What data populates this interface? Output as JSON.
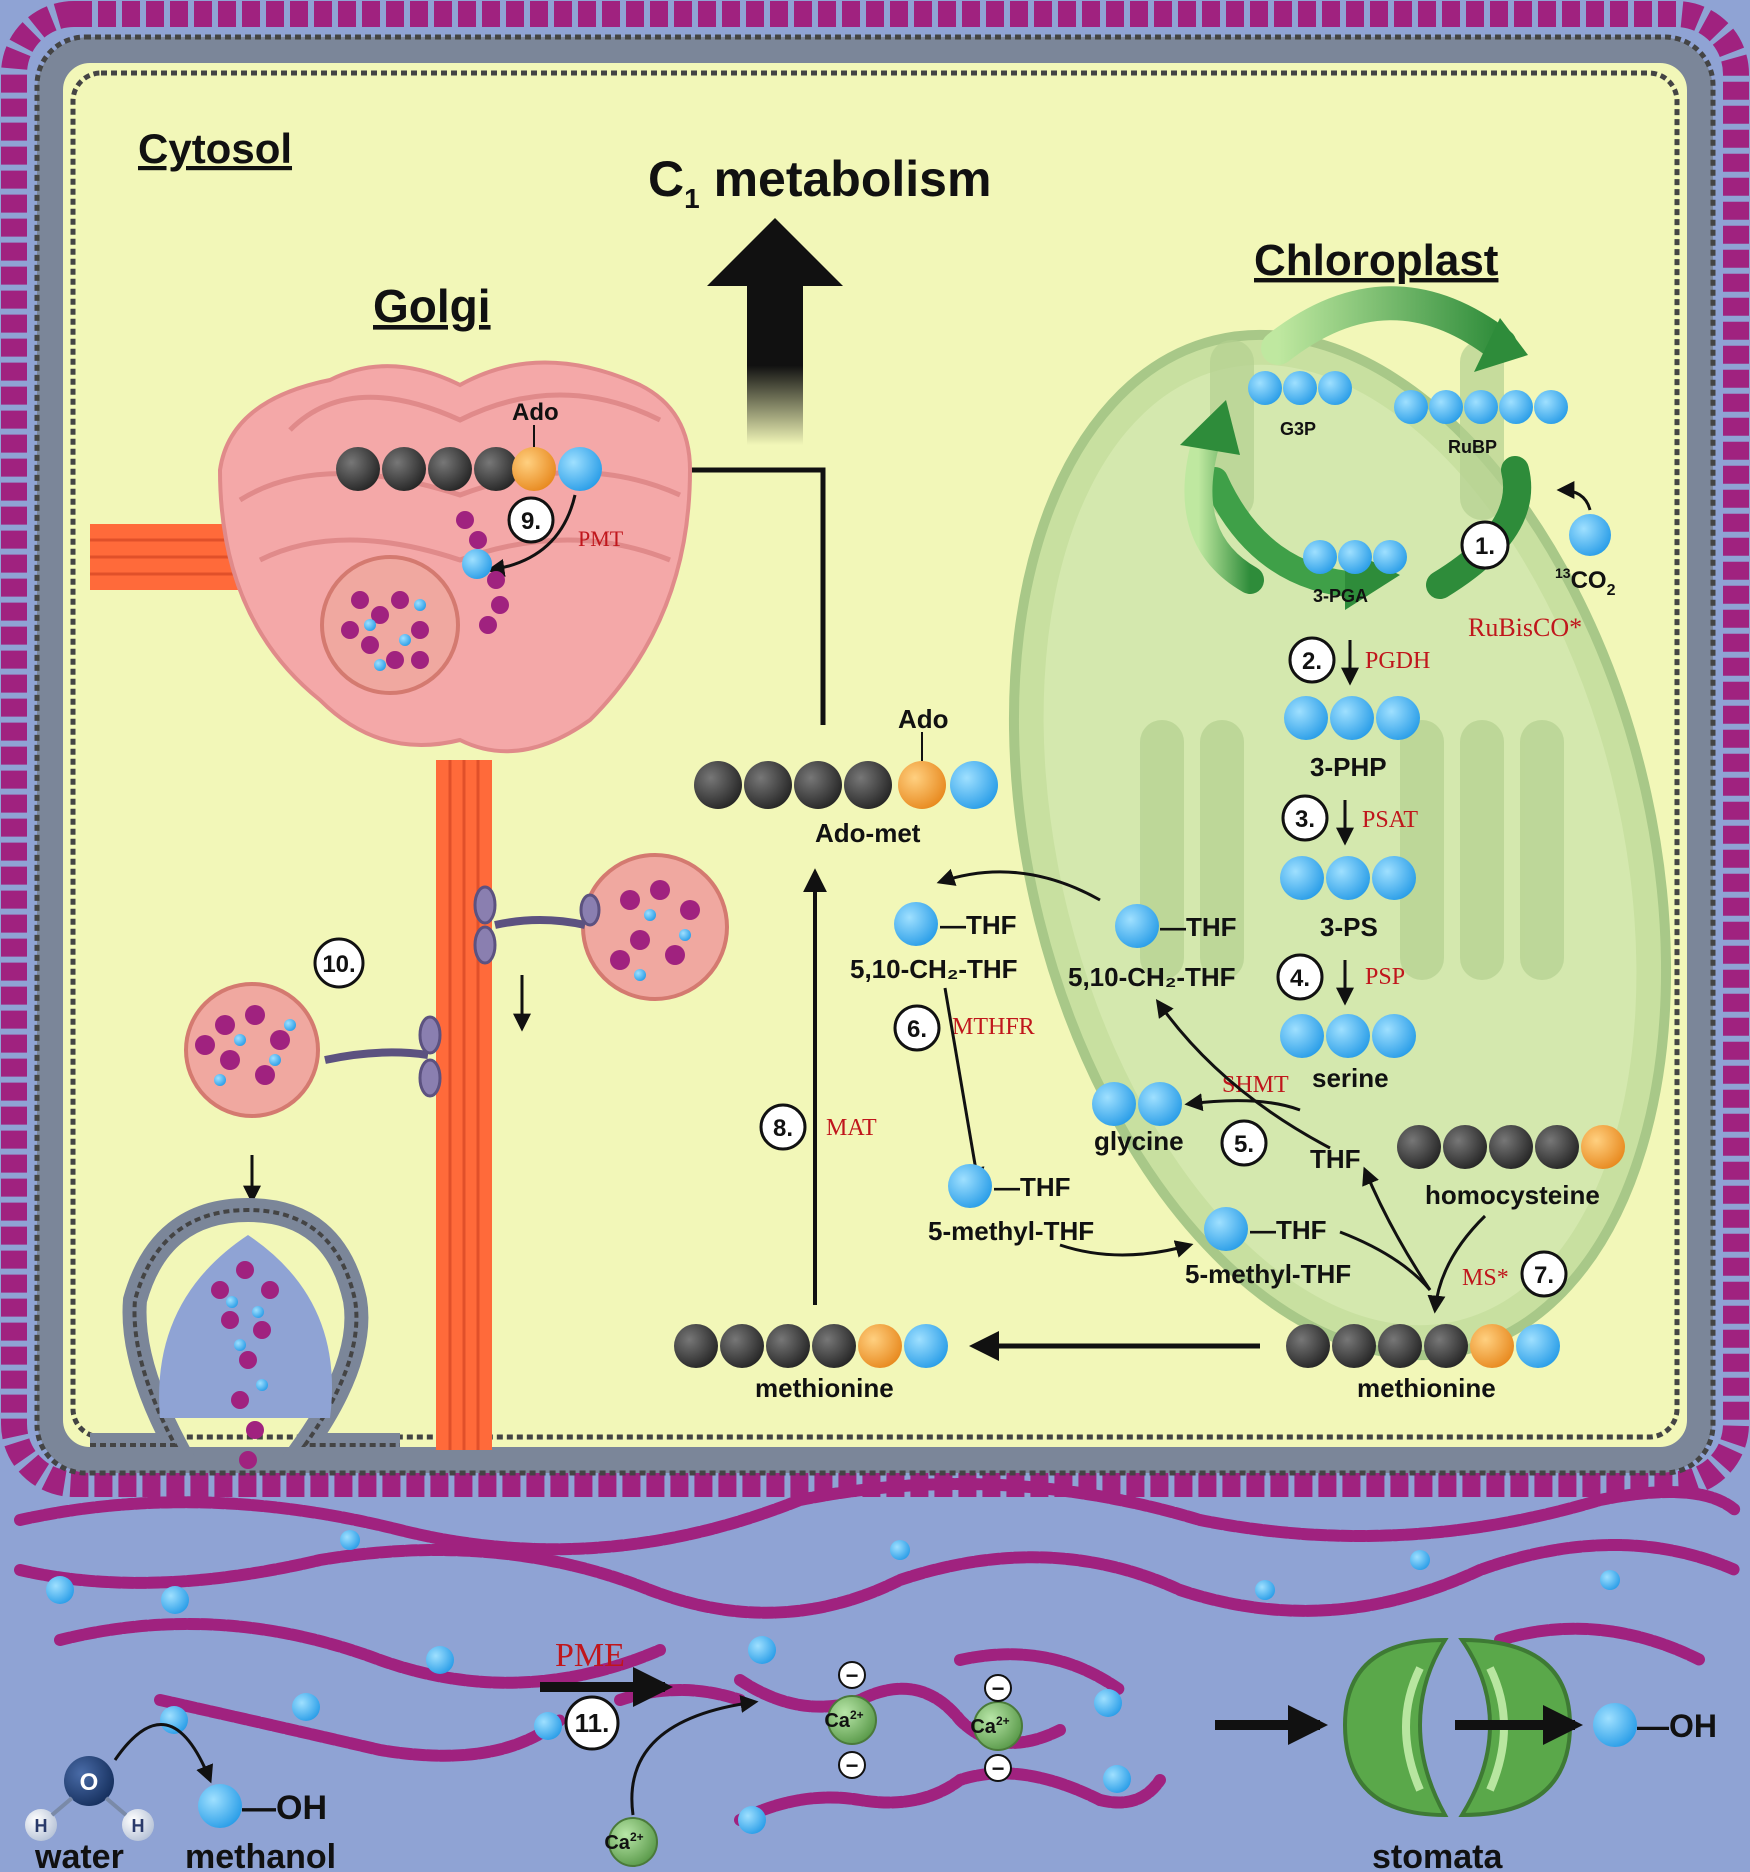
{
  "compartments": {
    "cytosol": "Cytosol",
    "golgi": "Golgi",
    "chloroplast": "Chloroplast",
    "c1_metabolism_prefix": "C",
    "c1_metabolism_sub": "1",
    "c1_metabolism_suffix": " metabolism"
  },
  "calvin_cycle": {
    "g3p": "G3P",
    "rubp": "RuBP",
    "pga": "3-PGA",
    "co2_sup": "13",
    "co2_text": "CO",
    "co2_sub": "2",
    "rubisco": "RuBisCO*"
  },
  "serine_pathway": {
    "php": "3-PHP",
    "ps": "3-PS",
    "serine": "serine",
    "glycine": "glycine",
    "pgdh": "PGDH",
    "psat": "PSAT",
    "psp": "PSP",
    "shmt": "SHMT"
  },
  "folate": {
    "thf": "THF",
    "thf_bond": "—THF",
    "ch2_thf": "5,10-CH₂-THF",
    "methyl_thf": "5-methyl-THF",
    "mthfr": "MTHFR",
    "ms": "MS*",
    "homocysteine": "homocysteine",
    "methionine": "methionine",
    "mat": "MAT",
    "ado": "Ado",
    "ado_met": "Ado-met",
    "pmt": "PMT"
  },
  "cell_wall": {
    "pme": "PME",
    "water": "water",
    "methanol": "methanol",
    "oh": "—OH",
    "stomata": "stomata",
    "ca_base": "Ca",
    "ca_charge": "2+",
    "o": "O",
    "h": "H",
    "minus": "−"
  },
  "steps": [
    "1.",
    "2.",
    "3.",
    "4.",
    "5.",
    "6.",
    "7.",
    "8.",
    "9.",
    "10.",
    "11."
  ],
  "colors": {
    "carbon_black": "#3a3a3a",
    "adenosine_orange": "#f0a030",
    "methyl_blue": "#3aaaf0",
    "pectin_magenta": "#a0227f",
    "enzyme_red": "#c0161c",
    "cytosol_yellow": "#f2f7b8",
    "chloroplast_green": "#c8e0a0",
    "golgi_pink": "#f4a8a8",
    "microtubule_orange": "#ff6a3a",
    "membrane_gray": "#7b8699"
  }
}
